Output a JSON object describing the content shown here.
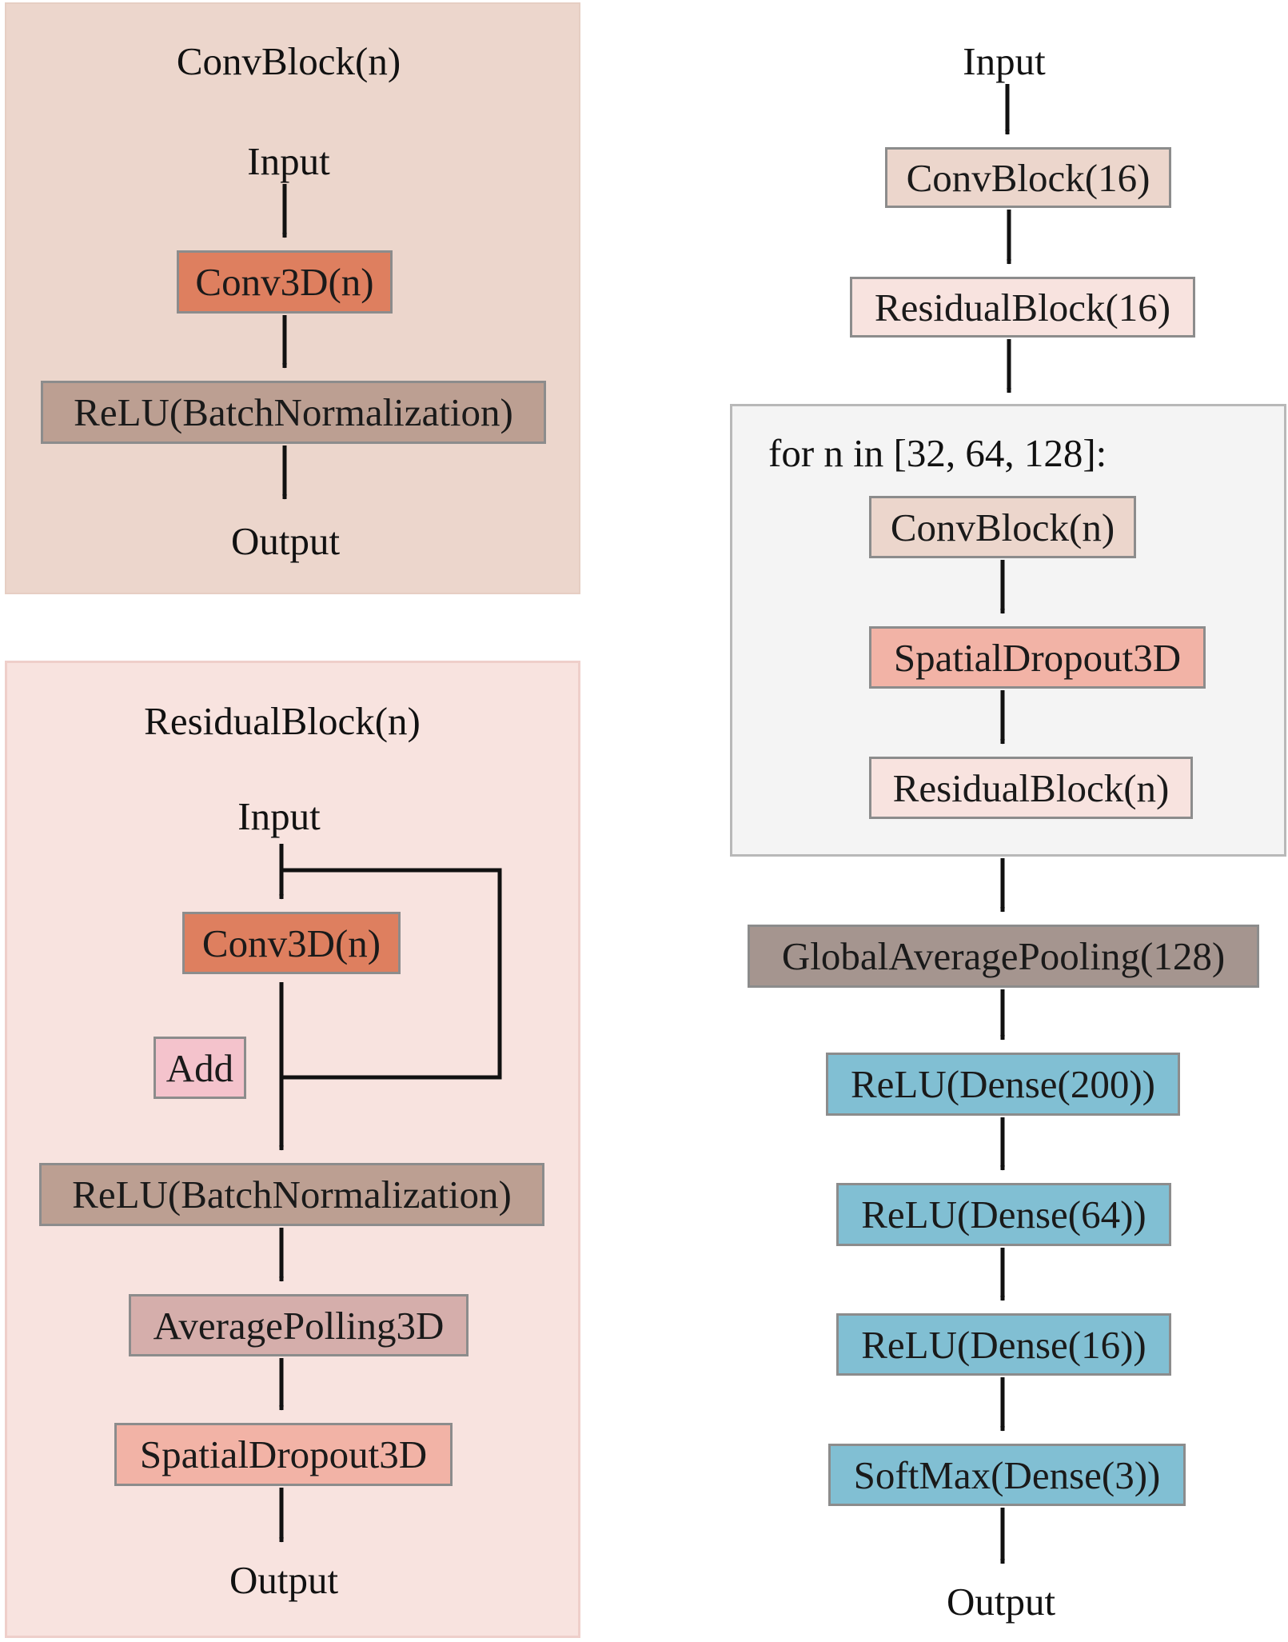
{
  "conv_block": {
    "title": "ConvBlock(n)",
    "input": "Input",
    "conv3d": "Conv3D(n)",
    "relu_bn": "ReLU(BatchNormalization)",
    "output": "Output"
  },
  "residual_block": {
    "title": "ResidualBlock(n)",
    "input": "Input",
    "conv3d": "Conv3D(n)",
    "add": "Add",
    "relu_bn": "ReLU(BatchNormalization)",
    "avg_pool": "AveragePolling3D",
    "dropout": "SpatialDropout3D",
    "output": "Output"
  },
  "main_network": {
    "input": "Input",
    "conv_block_16": "ConvBlock(16)",
    "residual_block_16": "ResidualBlock(16)",
    "loop": {
      "header": "for  n in [32, 64, 128]:",
      "conv_block": "ConvBlock(n)",
      "dropout": "SpatialDropout3D",
      "residual_block": "ResidualBlock(n)"
    },
    "global_pool": "GlobalAveragePooling(128)",
    "dense_200": "ReLU(Dense(200))",
    "dense_64": "ReLU(Dense(64))",
    "dense_16": "ReLU(Dense(16))",
    "softmax": "SoftMax(Dense(3))",
    "output": "Output"
  }
}
